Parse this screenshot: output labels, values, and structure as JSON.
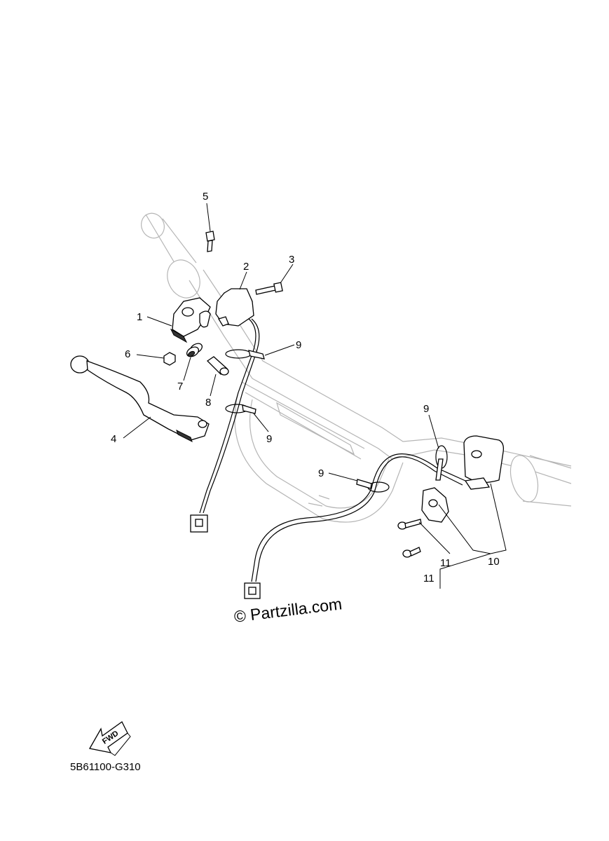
{
  "diagram": {
    "callouts": [
      {
        "id": "c5",
        "label": "5"
      },
      {
        "id": "c2",
        "label": "2"
      },
      {
        "id": "c3",
        "label": "3"
      },
      {
        "id": "c1",
        "label": "1"
      },
      {
        "id": "c6",
        "label": "6"
      },
      {
        "id": "c7",
        "label": "7"
      },
      {
        "id": "c8",
        "label": "8"
      },
      {
        "id": "c4",
        "label": "4"
      },
      {
        "id": "c9a",
        "label": "9"
      },
      {
        "id": "c9b",
        "label": "9"
      },
      {
        "id": "c9c",
        "label": "9"
      },
      {
        "id": "c9d",
        "label": "9"
      },
      {
        "id": "c10",
        "label": "10"
      },
      {
        "id": "c11a",
        "label": "11"
      },
      {
        "id": "c11b",
        "label": "11"
      }
    ],
    "watermark": "© Partzilla.com",
    "fwd_label": "FWD",
    "diagram_code": "5B61100-G310"
  }
}
